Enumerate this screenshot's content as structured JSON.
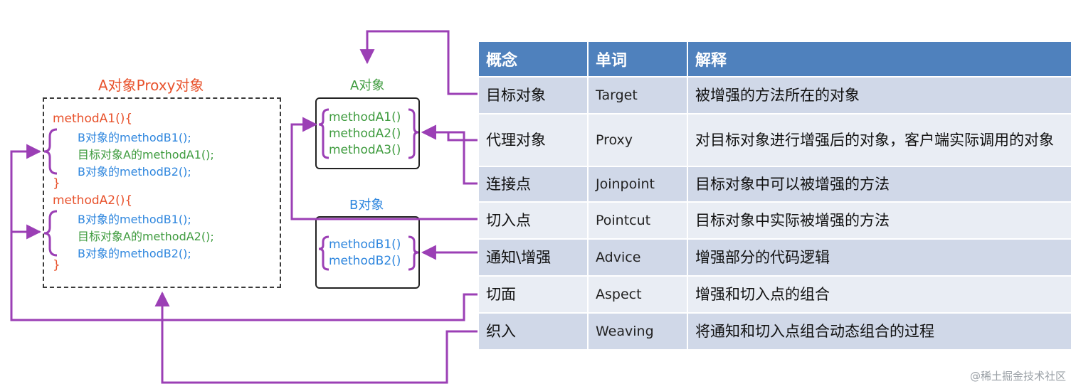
{
  "left_diagram": {
    "proxy_title": "A对象Proxy对象",
    "a_title": "A对象",
    "b_title": "B对象",
    "proxy_code": {
      "method_a1_open": "methodA1(){",
      "a1_line1": "B对象的methodB1();",
      "a1_line2": "目标对象A的methodA1();",
      "a1_line3": "B对象的methodB2();",
      "close1": "}",
      "method_a2_open": "methodA2(){",
      "a2_line1": "B对象的methodB1();",
      "a2_line2": "目标对象A的methodA2();",
      "a2_line3": "B对象的methodB2();",
      "close2": "}"
    },
    "a_methods": [
      "methodA1()",
      "methodA2()",
      "methodA3()"
    ],
    "b_methods": [
      "methodB1()",
      "methodB2()"
    ],
    "colors": {
      "proxy_title": "#e8512b",
      "method_header": "#e8512b",
      "b_call": "#2e86de",
      "a_call": "#3e9b3e",
      "arrow": "#9b3fb5",
      "brace": "#9b3fb5"
    }
  },
  "table": {
    "headers": [
      "概念",
      "单词",
      "解释"
    ],
    "rows": [
      {
        "concept": "目标对象",
        "word": "Target",
        "explanation": "被增强的方法所在的对象"
      },
      {
        "concept": "代理对象",
        "word": "Proxy",
        "explanation": "对目标对象进行增强后的对象，客户端实际调用的对象"
      },
      {
        "concept": "连接点",
        "word": "Joinpoint",
        "explanation": "目标对象中可以被增强的方法"
      },
      {
        "concept": "切入点",
        "word": "Pointcut",
        "explanation": "目标对象中实际被增强的方法"
      },
      {
        "concept": "通知\\增强",
        "word": "Advice",
        "explanation": "增强部分的代码逻辑"
      },
      {
        "concept": "切面",
        "word": "Aspect",
        "explanation": "增强和切入点的组合"
      },
      {
        "concept": "织入",
        "word": "Weaving",
        "explanation": "将通知和切入点组合动态组合的过程"
      }
    ],
    "colors": {
      "header": "#4f81bd",
      "row_odd": "#d0d8e8",
      "row_even": "#e9edf4"
    }
  },
  "watermark": "@稀土掘金技术社区"
}
